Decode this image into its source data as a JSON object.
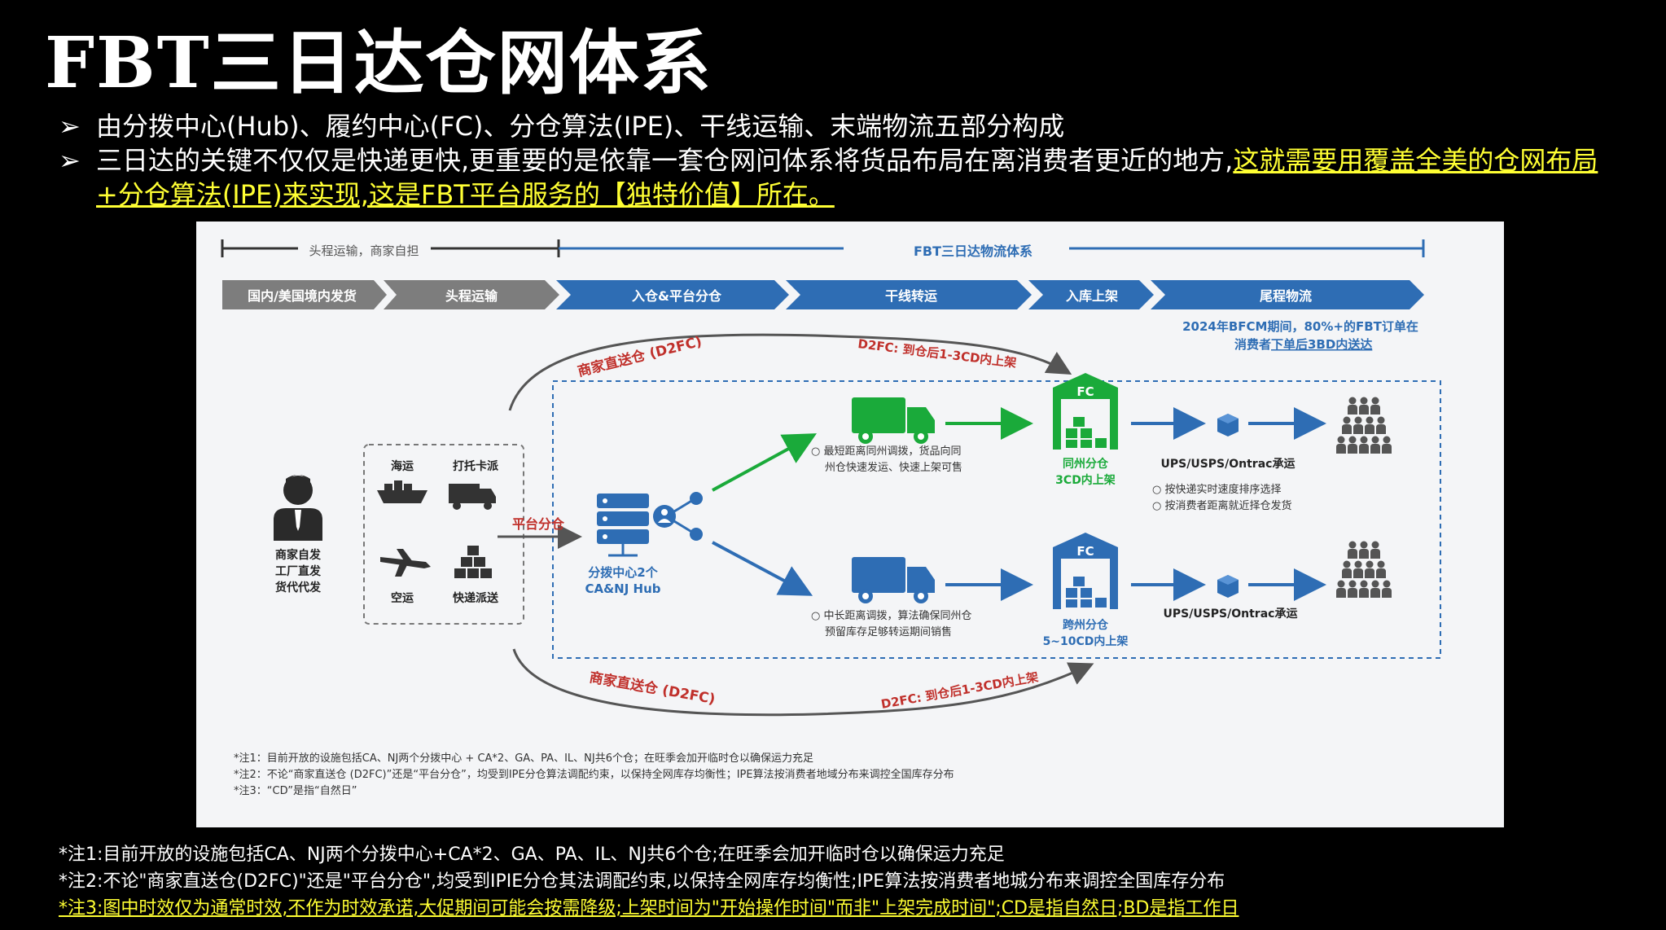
{
  "title": "FBT三日达仓网体系",
  "bullet_marker": "➢",
  "bullets": [
    {
      "text": "由分拨中心(Hub)、履约中心(FC)、分仓算法(IPE)、干线运输、末端物流五部分构成",
      "highlight": ""
    },
    {
      "text": "三日达的关键不仅仅是快递更快,更重要的是依靠一套仓网问体系将货品布局在离消费者更近的地方,",
      "highlight": "这就需要用覆盖全美的仓网布局+分仓算法(IPE)来实现,这是FBT平台服务的【独特价值】所在。"
    }
  ],
  "diagram": {
    "colors": {
      "gray": "#808080",
      "blue": "#2e6db4",
      "green": "#1aaa3a",
      "dark": "#2a2a2a",
      "red": "#c0302b"
    },
    "section_head": "头程运输，商家自担",
    "section_fbt": "FBT三日达物流体系",
    "stages": [
      "国内/美国境内发货",
      "头程运输",
      "入仓&平台分仓",
      "干线转运",
      "入库上架",
      "尾程物流"
    ],
    "bfcm_line1": "2024年BFCM期间，80%+的FBT订单在",
    "bfcm_line2_a": "消费者",
    "bfcm_line2_b": "下单后3BD内送达",
    "d2fc_top_label": "商家直送仓 (D2FC)",
    "d2fc_top_note": "D2FC: 到仓后1-3CD内上架",
    "d2fc_bottom_label": "商家直送仓 (D2FC)",
    "d2fc_bottom_note": "D2FC: 到仓后1-3CD内上架",
    "seller_lines": [
      "商家自发",
      "工厂直发",
      "货代代发"
    ],
    "modes": [
      "海运",
      "打托卡派",
      "空运",
      "快递派送"
    ],
    "platform_split": "平台分仓",
    "hub_line1": "分拨中心2个",
    "hub_line2": "CA&NJ Hub",
    "route_near_1": "○  最短距离同州调拨，货品向同",
    "route_near_2": "州仓快速发运、快速上架可售",
    "route_far_1": "○  中长距离调拨，算法确保同州仓",
    "route_far_2": "预留库存足够转运期间销售",
    "fc_label": "FC",
    "fc_same_1": "同州分仓",
    "fc_same_2": "3CD内上架",
    "fc_cross_1": "跨州分仓",
    "fc_cross_2": "5~10CD内上架",
    "carrier": "UPS/USPS/Ontrac承运",
    "carrier_notes": [
      "○  按快递实时速度排序选择",
      "○  按消费者距离就近择仓发货"
    ],
    "inner_notes": [
      "*注1：目前开放的设施包括CA、NJ两个分拨中心 + CA*2、GA、PA、IL、NJ共6个仓；在旺季会加开临时仓以确保运力充足",
      "*注2：不论“商家直送仓 (D2FC)”还是“平台分仓”，均受到IPE分仓算法调配约束，以保持全网库存均衡性；IPE算法按消费者地域分布来调控全国库存分布",
      "*注3：“CD”是指“自然日”"
    ]
  },
  "footnotes": [
    "*注1:目前开放的设施包括CA、NJ两个分拨中心+CA*2、GA、PA、IL、NJ共6个仓;在旺季会加开临时仓以确保运力充足",
    "*注2:不论\"商家直送仓(D2FC)\"还是\"平台分仓\",均受到IPIE分仓其法调配约束,以保持全网库存均衡性;IPE算法按消费者地城分布来调控全国库存分布",
    "*注3:图中时效仅为通常时效,不作为时效承诺,大促期间可能会按需降级;上架时间为\"开始操作时间\"而非\"上架完成时间\";CD是指自然日;BD是指工作日"
  ]
}
